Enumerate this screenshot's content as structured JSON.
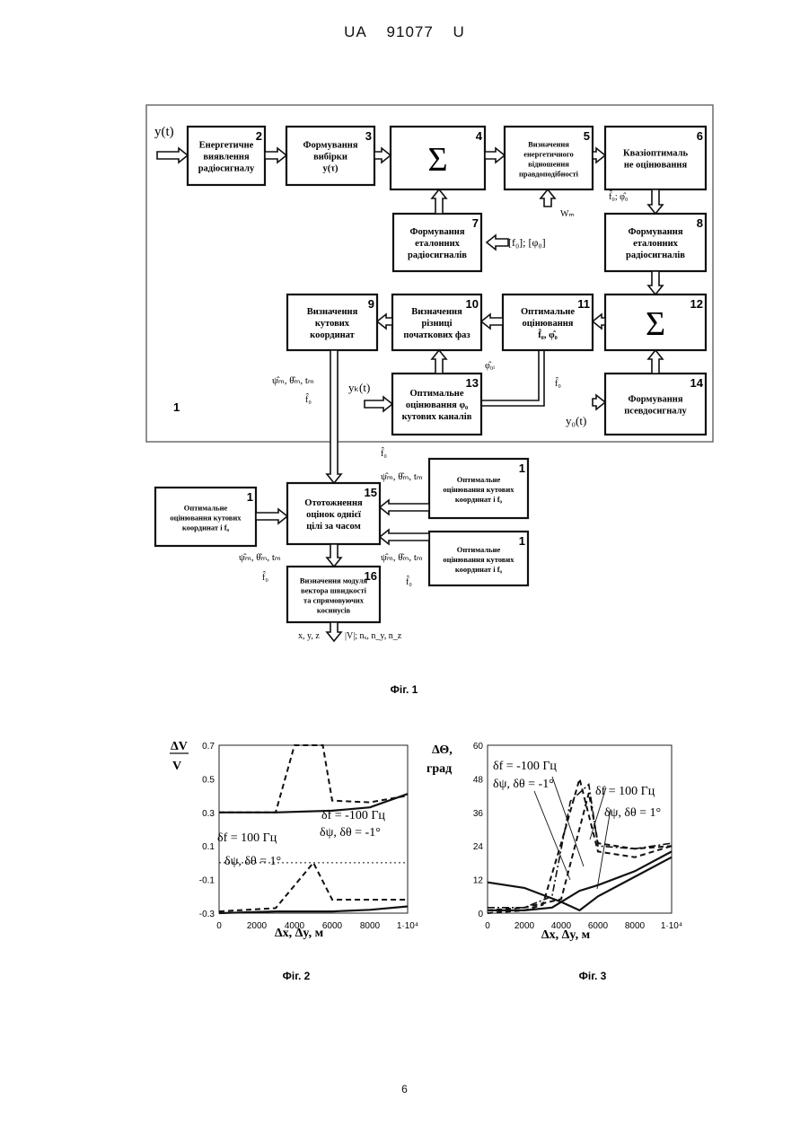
{
  "header": {
    "country": "UA",
    "number": "91077",
    "kind": "U"
  },
  "page_number": "6",
  "fig1": {
    "caption": "Фіг. 1",
    "frame_label": "1",
    "blocks": [
      {
        "n": "2",
        "lines": [
          "Енергетичне",
          "виявлення",
          "радіосигналу"
        ]
      },
      {
        "n": "3",
        "lines": [
          "Формування",
          "вибірки",
          "y(τ)"
        ]
      },
      {
        "n": "4",
        "lines": [
          "Σ"
        ]
      },
      {
        "n": "5",
        "lines": [
          "Визначення",
          "енергетичного",
          "відношення",
          "правдоподібності"
        ]
      },
      {
        "n": "6",
        "lines": [
          "Квазіоптималь",
          "не оцінювання"
        ]
      },
      {
        "n": "7",
        "lines": [
          "Формування",
          "еталонних",
          "радіосигналів"
        ]
      },
      {
        "n": "8",
        "lines": [
          "Формування",
          "еталонних",
          "радіосигналів"
        ]
      },
      {
        "n": "9",
        "lines": [
          "Визначення",
          "кутових",
          "координат"
        ]
      },
      {
        "n": "10",
        "lines": [
          "Визначення",
          "різниці",
          "початкових фаз"
        ]
      },
      {
        "n": "11",
        "lines": [
          "Оптимальне",
          "оцінювання",
          "f̂₀, φ̂₀"
        ]
      },
      {
        "n": "12",
        "lines": [
          "Σ"
        ]
      },
      {
        "n": "13",
        "lines": [
          "Оптимальне",
          "оцінювання φ₀",
          "кутових каналів"
        ]
      },
      {
        "n": "14",
        "lines": [
          "Формування",
          "псевдосигналу"
        ]
      },
      {
        "n": "15",
        "lines": [
          "Ототожнення",
          "оцінок однієї",
          "цілі за часом"
        ]
      },
      {
        "n": "16",
        "lines": [
          "Визначення модуля",
          "вектора швидкості",
          "та спрямовуючих",
          "косинусів"
        ]
      },
      {
        "n": "1",
        "lines": [
          "Оптимальне",
          "оцінювання кутових",
          "координат і f₀"
        ]
      },
      {
        "n": "1",
        "lines": [
          "Оптимальне",
          "оцінювання кутових",
          "координат і f₀"
        ]
      },
      {
        "n": "1",
        "lines": [
          "Оптимальне",
          "оцінювання кутових",
          "координат і f₀"
        ]
      }
    ],
    "signals": {
      "y_t": "y(t)",
      "w": "Wₘ",
      "f_phi_set": "[f₀]; [φ₀]",
      "f_phi_hat": "f̂₀; φ̂₀",
      "phi_hat_0i": "φ̂₀ᵢ",
      "f_hat_0": "f̂₀",
      "yk_t": "yₖ(t)",
      "y0_t": "y₀(t)",
      "angles": "ψ̂ₘ, θ̂ₘ, tₘ",
      "f_hat": "f̂₀",
      "xyz": "x, y, z",
      "vel": "|V|; nₓ, n_y, n_z"
    }
  },
  "fig2": {
    "caption": "Фіг. 2",
    "y_label_num": "ΔV",
    "y_label_den": "V",
    "x_label": "Δx, Δy, м",
    "legend": [
      "δf = -100 Гц",
      "δψ, δθ = -1°",
      "δf = 100 Гц",
      "δψ, δθ = 1°"
    ]
  },
  "fig3": {
    "caption": "Фіг. 3",
    "y_label": "ΔΘ,",
    "y_unit": "град",
    "x_label": "Δx, Δy, м",
    "legend": [
      "δf = -100 Гц",
      "δψ, δθ = -1°",
      "δf = 100 Гц",
      "δψ, δθ = 1°"
    ]
  },
  "chart_data": [
    {
      "type": "line",
      "xlim": [
        0,
        10000
      ],
      "ylim": [
        -0.3,
        0.7
      ],
      "x_ticks": [
        "0",
        "2000",
        "4000",
        "6000",
        "8000",
        "1·10⁴"
      ],
      "y_ticks": [
        "0.7",
        "0.5",
        "0.3",
        "0.1",
        "-0.1",
        "-0.3"
      ],
      "series": [
        {
          "style": "solid",
          "x": [
            0,
            3000,
            6000,
            8000,
            10000
          ],
          "y": [
            0.3,
            0.3,
            0.31,
            0.33,
            0.41
          ]
        },
        {
          "style": "dashed",
          "x": [
            0,
            3000,
            4000,
            5500,
            6000,
            8000,
            10000
          ],
          "y": [
            0.3,
            0.3,
            0.7,
            0.7,
            0.37,
            0.36,
            0.4
          ]
        },
        {
          "style": "solid",
          "x": [
            0,
            3000,
            5000,
            6000,
            8000,
            10000
          ],
          "y": [
            -0.3,
            -0.29,
            -0.29,
            -0.29,
            -0.28,
            -0.26
          ]
        },
        {
          "style": "dashed",
          "x": [
            0,
            3000,
            5000,
            6000,
            8000,
            10000
          ],
          "y": [
            -0.29,
            -0.27,
            0.0,
            -0.22,
            -0.22,
            -0.22
          ]
        },
        {
          "style": "dotted",
          "x": [
            0,
            10000
          ],
          "y": [
            0.0,
            0.0
          ]
        }
      ]
    },
    {
      "type": "line",
      "xlim": [
        0,
        10000
      ],
      "ylim": [
        0,
        60
      ],
      "x_ticks": [
        "0",
        "2000",
        "4000",
        "6000",
        "8000",
        "1·10⁴"
      ],
      "y_ticks": [
        "60",
        "48",
        "36",
        "24",
        "12",
        "0"
      ],
      "series": [
        {
          "style": "solid",
          "x": [
            0,
            2000,
            4000,
            5000,
            6000,
            8000,
            10000
          ],
          "y": [
            11,
            9,
            4,
            1,
            6,
            13,
            20
          ]
        },
        {
          "style": "solid",
          "x": [
            0,
            2000,
            3500,
            5000,
            6000,
            8000,
            10000
          ],
          "y": [
            1,
            1,
            2,
            8,
            10,
            15,
            22
          ]
        },
        {
          "style": "dashed",
          "x": [
            0,
            2000,
            3000,
            4000,
            5000,
            6000,
            8000,
            10000
          ],
          "y": [
            0,
            1,
            3,
            25,
            48,
            22,
            20,
            24
          ]
        },
        {
          "style": "dashdot",
          "x": [
            0,
            2000,
            3500,
            4500,
            5500,
            6000,
            8000,
            10000
          ],
          "y": [
            2,
            2,
            6,
            40,
            46,
            24,
            23,
            25
          ]
        },
        {
          "style": "dashed",
          "x": [
            0,
            2000,
            4000,
            5500,
            6000,
            8000,
            10000
          ],
          "y": [
            1,
            2,
            5,
            43,
            25,
            23,
            24
          ]
        }
      ]
    }
  ]
}
